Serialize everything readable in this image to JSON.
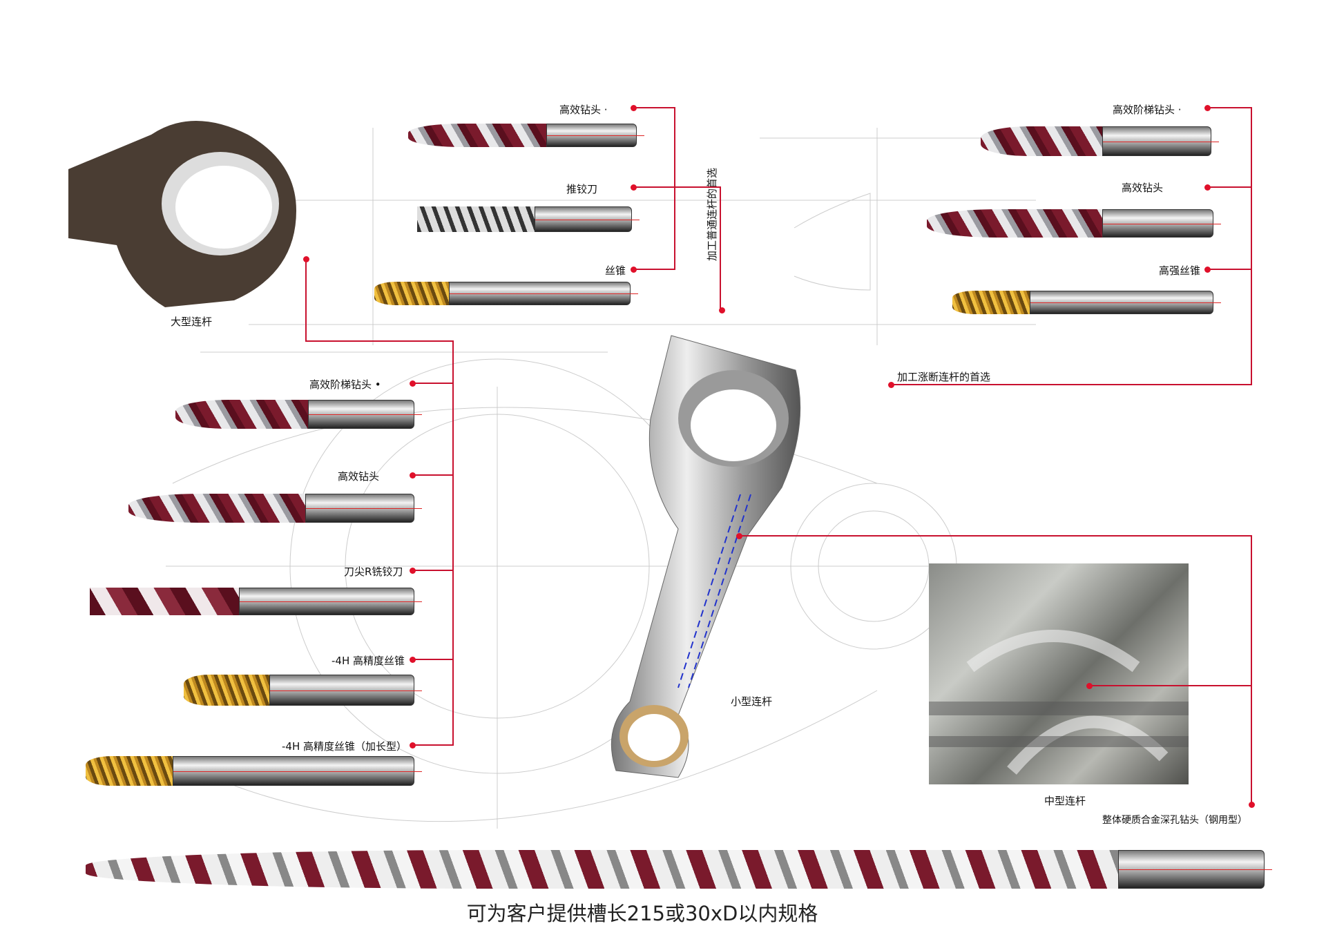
{
  "labels": {
    "large_rod": "大型连杆",
    "top_drill": "高效钻头 ·",
    "push_reamer": "推铰刀",
    "tap": "丝锥",
    "normal_rod_choice": "加工普通连杆的首选",
    "right_step_drill": "高效阶梯钻头 ·",
    "right_drill": "高效钻头",
    "high_strength_tap": "高强丝锥",
    "fracture_rod_choice": "加工涨断连杆的首选",
    "left_step_drill": "高效阶梯钻头 •",
    "left_drill": "高效钻头",
    "r_mill_reamer": "刀尖R铣铰刀",
    "precision_tap": "-4H 高精度丝锥",
    "precision_tap_long": "-4H 高精度丝锥（加长型）",
    "small_rod": "小型连杆",
    "medium_rod": "中型连杆",
    "deep_hole_drill": "整体硬质合金深孔钻头（钢用型）"
  },
  "footer": "可为客户提供槽长215或30xD以内规格",
  "colors": {
    "accent": "#c8102e"
  }
}
